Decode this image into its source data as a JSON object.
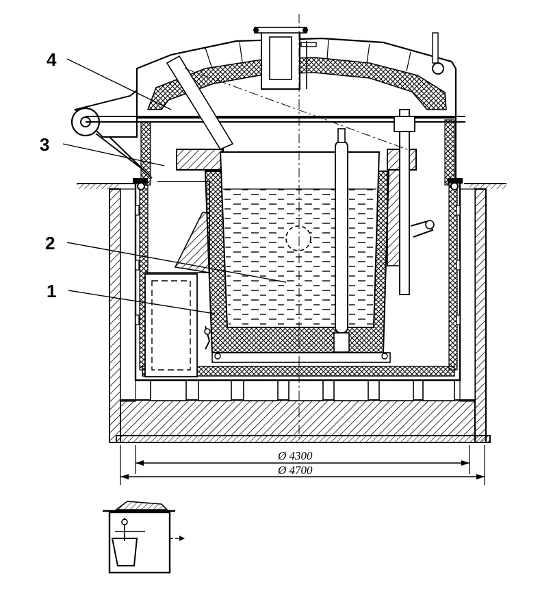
{
  "callouts": [
    {
      "id": "1",
      "text": "1"
    },
    {
      "id": "2",
      "text": "2"
    },
    {
      "id": "3",
      "text": "3"
    },
    {
      "id": "4",
      "text": "4"
    }
  ],
  "dimensions": {
    "inner_diameter": "Ø 4300",
    "outer_diameter": "Ø 4700"
  },
  "colors": {
    "ink": "#000000",
    "paper": "#ffffff"
  }
}
